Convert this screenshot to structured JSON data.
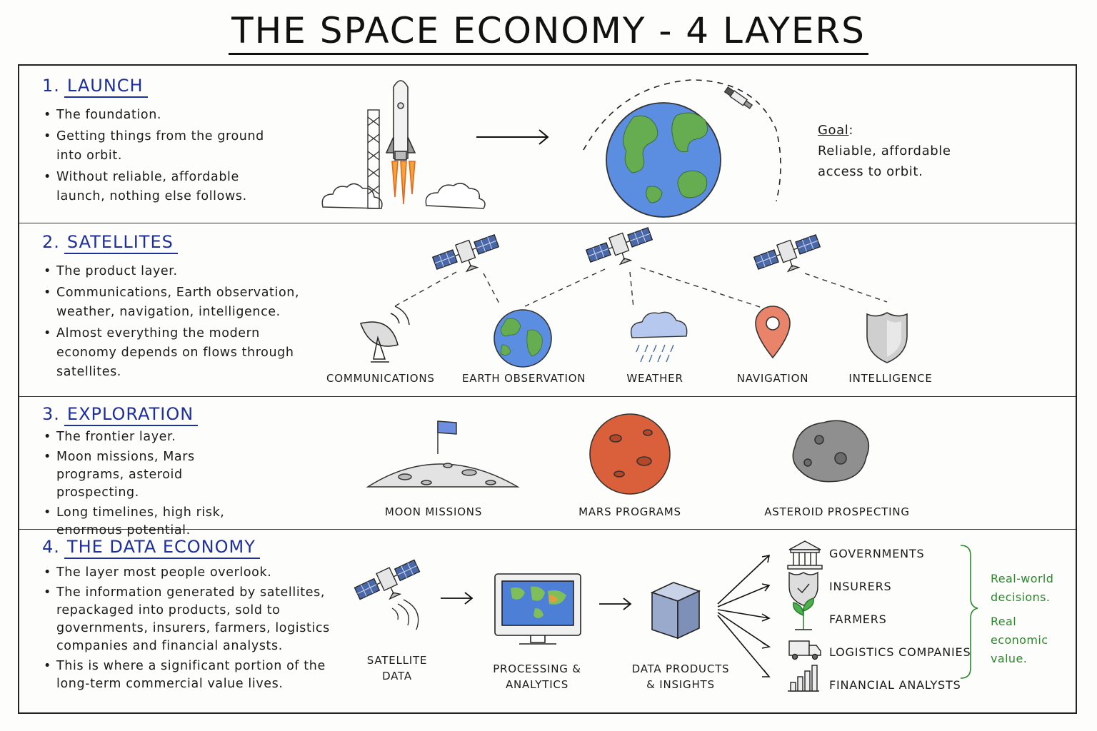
{
  "title": "THE SPACE ECONOMY - 4 LAYERS",
  "colors": {
    "heading": "#1e2f9e",
    "green_note": "#2a8a2a",
    "earth_blue": "#4d7fd6",
    "earth_green": "#5aa04a",
    "mars": "#d9603a",
    "pin": "#e07a5f"
  },
  "layers": [
    {
      "number": "1.",
      "name": "LAUNCH",
      "bullets": [
        "The foundation.",
        "Getting things from the ground into orbit.",
        "Without reliable, affordable launch, nothing else follows."
      ],
      "goal_label": "Goal",
      "goal_text": "Reliable, affordable access to orbit.",
      "icons": [
        "rocket-icon",
        "launch-tower-icon",
        "arrow-right-icon",
        "earth-icon",
        "satellite-icon"
      ]
    },
    {
      "number": "2.",
      "name": "SATELLITES",
      "bullets": [
        "The product layer.",
        "Communications, Earth observation, weather, navigation, intelligence.",
        "Almost everything the modern economy depends on flows through satellites."
      ],
      "items": [
        "COMMUNICATIONS",
        "EARTH OBSERVATION",
        "WEATHER",
        "NAVIGATION",
        "INTELLIGENCE"
      ],
      "icons": [
        "satellite-dish-icon",
        "earth-icon",
        "rain-cloud-icon",
        "location-pin-icon",
        "shield-icon"
      ]
    },
    {
      "number": "3.",
      "name": "EXPLORATION",
      "bullets": [
        "The frontier layer.",
        "Moon missions, Mars programs, asteroid prospecting.",
        "Long timelines, high risk, enormous potential."
      ],
      "items": [
        "MOON MISSIONS",
        "MARS PROGRAMS",
        "ASTEROID PROSPECTING"
      ],
      "icons": [
        "moon-flag-icon",
        "mars-icon",
        "asteroid-icon"
      ]
    },
    {
      "number": "4.",
      "name": "THE DATA ECONOMY",
      "bullets": [
        "The layer most people overlook.",
        "The information generated by satellites, repackaged into products, sold to governments, insurers, farmers, logistics companies and financial analysts.",
        "This is where a significant portion of the long-term commercial value lives."
      ],
      "flow": [
        "SATELLITE DATA",
        "PROCESSING & ANALYTICS",
        "DATA PRODUCTS & INSIGHTS"
      ],
      "customers": [
        "GOVERNMENTS",
        "INSURERS",
        "FARMERS",
        "LOGISTICS COMPANIES",
        "FINANCIAL ANALYSTS"
      ],
      "customer_icons": [
        "government-building-icon",
        "shield-check-icon",
        "plant-icon",
        "truck-icon",
        "bar-chart-icon"
      ],
      "note_1": "Real-world decisions.",
      "note_2": "Real economic value."
    }
  ]
}
